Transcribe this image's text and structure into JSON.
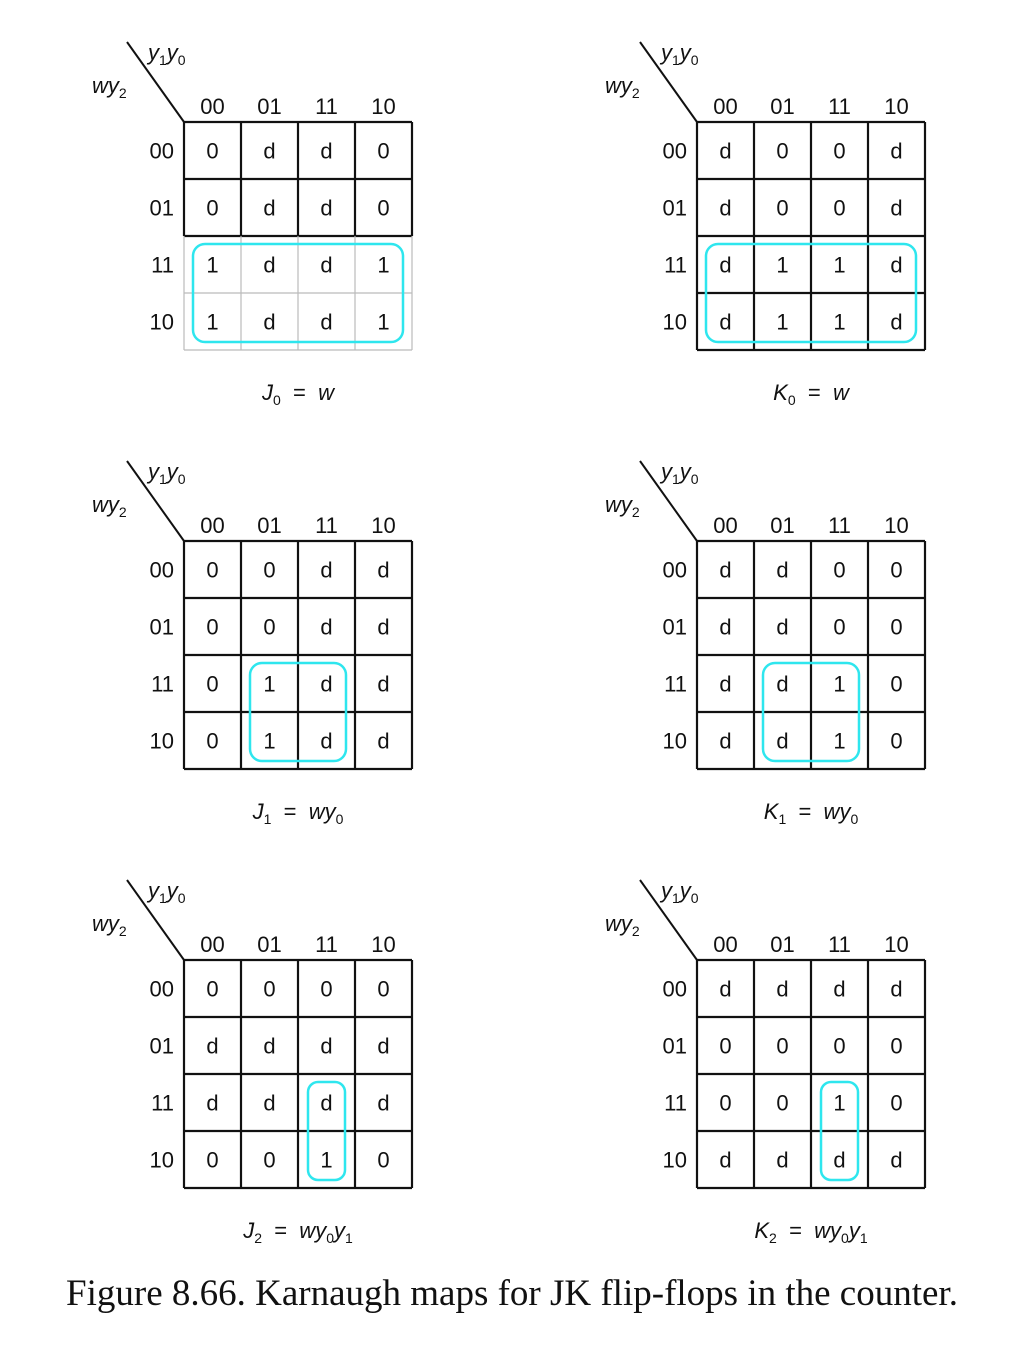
{
  "col_var": {
    "a": "y",
    "a_sub": "1",
    "b": "y",
    "b_sub": "0"
  },
  "row_var": {
    "a": "w",
    "b": "y",
    "b_sub": "2"
  },
  "col_labels": [
    "00",
    "01",
    "11",
    "10"
  ],
  "row_labels": [
    "00",
    "01",
    "11",
    "10"
  ],
  "group_color": "#2ee6ee",
  "maps": [
    {
      "id": "J0",
      "grid_style": "light",
      "cells": [
        [
          "0",
          "d",
          "d",
          "0"
        ],
        [
          "0",
          "d",
          "d",
          "0"
        ],
        [
          "1",
          "d",
          "d",
          "1"
        ],
        [
          "1",
          "d",
          "d",
          "1"
        ]
      ],
      "group": {
        "rows": [
          2,
          3
        ],
        "cols": [
          0,
          3
        ]
      },
      "label": {
        "name": "J",
        "name_sub": "0",
        "eq": "=",
        "terms": [
          {
            "v": "w"
          }
        ]
      }
    },
    {
      "id": "K0",
      "grid_style": "bold",
      "cells": [
        [
          "d",
          "0",
          "0",
          "d"
        ],
        [
          "d",
          "0",
          "0",
          "d"
        ],
        [
          "d",
          "1",
          "1",
          "d"
        ],
        [
          "d",
          "1",
          "1",
          "d"
        ]
      ],
      "group": {
        "rows": [
          2,
          3
        ],
        "cols": [
          0,
          3
        ]
      },
      "label": {
        "name": "K",
        "name_sub": "0",
        "eq": "=",
        "terms": [
          {
            "v": "w"
          }
        ]
      }
    },
    {
      "id": "J1",
      "grid_style": "bold",
      "cells": [
        [
          "0",
          "0",
          "d",
          "d"
        ],
        [
          "0",
          "0",
          "d",
          "d"
        ],
        [
          "0",
          "1",
          "d",
          "d"
        ],
        [
          "0",
          "1",
          "d",
          "d"
        ]
      ],
      "group": {
        "rows": [
          2,
          3
        ],
        "cols": [
          1,
          2
        ]
      },
      "label": {
        "name": "J",
        "name_sub": "1",
        "eq": "=",
        "terms": [
          {
            "v": "w"
          },
          {
            "v": "y",
            "sub": "0"
          }
        ]
      }
    },
    {
      "id": "K1",
      "grid_style": "bold",
      "cells": [
        [
          "d",
          "d",
          "0",
          "0"
        ],
        [
          "d",
          "d",
          "0",
          "0"
        ],
        [
          "d",
          "d",
          "1",
          "0"
        ],
        [
          "d",
          "d",
          "1",
          "0"
        ]
      ],
      "group": {
        "rows": [
          2,
          3
        ],
        "cols": [
          1,
          2
        ]
      },
      "label": {
        "name": "K",
        "name_sub": "1",
        "eq": "=",
        "terms": [
          {
            "v": "w"
          },
          {
            "v": "y",
            "sub": "0"
          }
        ]
      }
    },
    {
      "id": "J2",
      "grid_style": "bold",
      "cells": [
        [
          "0",
          "0",
          "0",
          "0"
        ],
        [
          "d",
          "d",
          "d",
          "d"
        ],
        [
          "d",
          "d",
          "d",
          "d"
        ],
        [
          "0",
          "0",
          "1",
          "0"
        ]
      ],
      "group": {
        "rows": [
          2,
          3
        ],
        "cols": [
          2,
          2
        ]
      },
      "label": {
        "name": "J",
        "name_sub": "2",
        "eq": "=",
        "terms": [
          {
            "v": "w"
          },
          {
            "v": "y",
            "sub": "0"
          },
          {
            "v": "y",
            "sub": "1"
          }
        ]
      }
    },
    {
      "id": "K2",
      "grid_style": "bold",
      "cells": [
        [
          "d",
          "d",
          "d",
          "d"
        ],
        [
          "0",
          "0",
          "0",
          "0"
        ],
        [
          "0",
          "0",
          "1",
          "0"
        ],
        [
          "d",
          "d",
          "d",
          "d"
        ]
      ],
      "group": {
        "rows": [
          2,
          3
        ],
        "cols": [
          2,
          2
        ]
      },
      "label": {
        "name": "K",
        "name_sub": "2",
        "eq": "=",
        "terms": [
          {
            "v": "w"
          },
          {
            "v": "y",
            "sub": "0"
          },
          {
            "v": "y",
            "sub": "1"
          }
        ]
      }
    }
  ],
  "caption": "Figure 8.66.   Karnaugh maps for JK flip-flops in the counter."
}
